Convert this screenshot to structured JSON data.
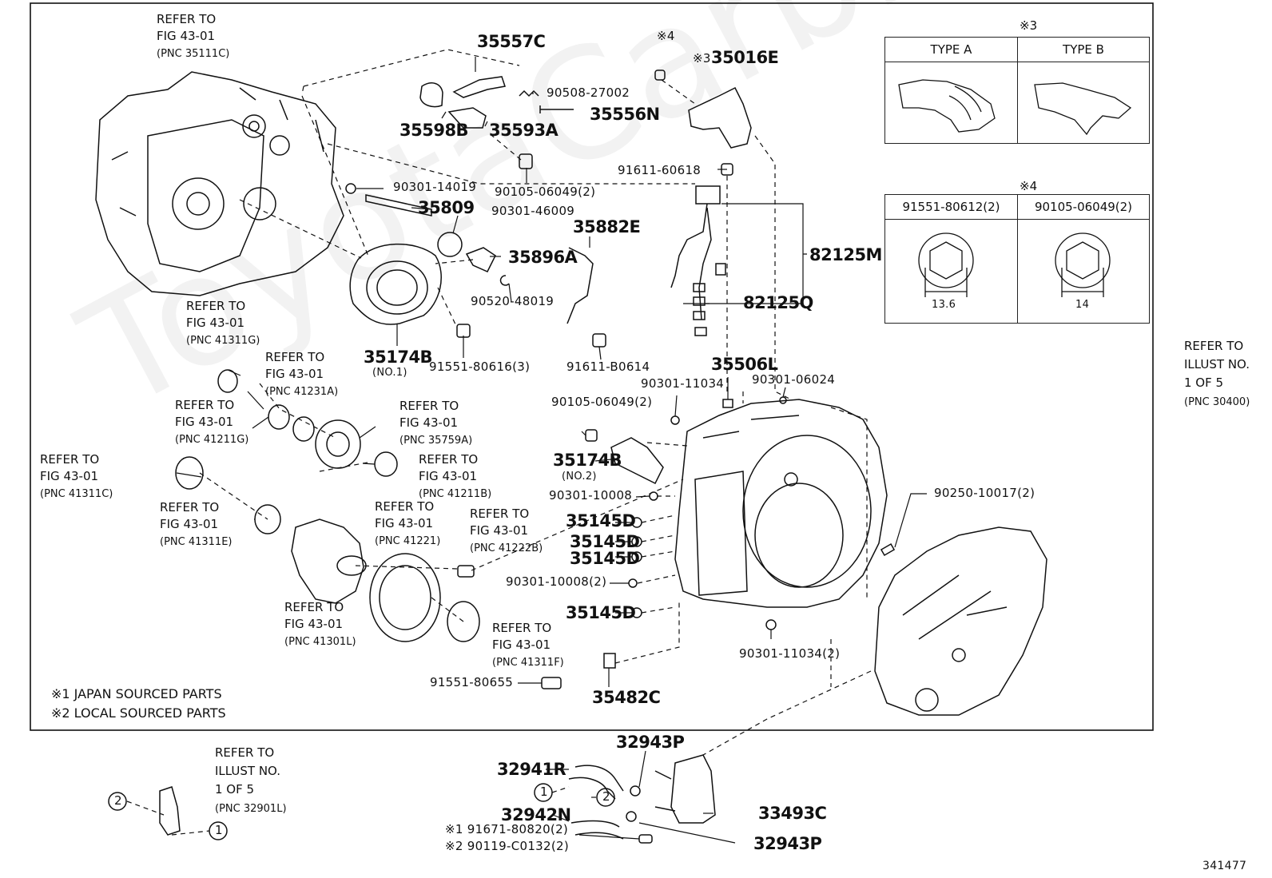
{
  "figure_number": "341477",
  "watermark": "ToyotaCarbine.ru",
  "notes": {
    "note1": "※1 JAPAN SOURCED PARTS",
    "note2": "※2 LOCAL SOURCED PARTS"
  },
  "tables": {
    "type_table": {
      "caption": "※3",
      "col_a": "TYPE A",
      "col_b": "TYPE B"
    },
    "bolt_table": {
      "caption": "※4",
      "col_a": "91551-80612(2)",
      "col_b": "90105-06049(2)",
      "dim_a": "13.6",
      "dim_b": "14"
    }
  },
  "parts": {
    "p35557C": "35557C",
    "p90508_27002": "90508-27002",
    "p35556N": "35556N",
    "p35598B": "35598B",
    "p35593A": "35593A",
    "p90105_06049_2a": "90105-06049(2)",
    "p90301_14019": "90301-14019",
    "p35809": "35809",
    "p90301_46009": "90301-46009",
    "p35882E": "35882E",
    "p35896A": "35896A",
    "p90520_48019": "90520-48019",
    "p35174B_1": "35174B",
    "p35174B_1_sub": "(NO.1)",
    "p91551_80616": "91551-80616(3)",
    "p91611_B0614": "91611-B0614",
    "mark4": "※4",
    "mark3": "※3",
    "p35016E": "35016E",
    "p91611_60618": "91611-60618",
    "p82125M": "82125M",
    "p82125Q": "82125Q",
    "p35506L": "35506L",
    "p90301_11034": "90301-11034",
    "p90301_06024": "90301-06024",
    "p90105_06049_2b": "90105-06049(2)",
    "p35174B_2": "35174B",
    "p35174B_2_sub": "(NO.2)",
    "p90301_10008": "90301-10008",
    "p35145D_a": "35145D",
    "p35145D_b": "35145D",
    "p35145D_c": "35145D",
    "p90301_10008_2": "90301-10008(2)",
    "p35145D_d": "35145D",
    "p90301_11034_2": "90301-11034(2)",
    "p90250_10017": "90250-10017(2)",
    "p91551_80655": "91551-80655",
    "p35482C": "35482C",
    "p32943P_a": "32943P",
    "p32941R": "32941R",
    "p32942N": "32942N",
    "p33493C": "33493C",
    "p32943P_b": "32943P",
    "p91671_80820": "※1 91671-80820(2)",
    "p90119_C0132": "※2 90119-C0132(2)"
  },
  "refs": {
    "r1": {
      "l1": "REFER TO",
      "l2": "FIG 43-01",
      "l3": "(PNC 35111C)"
    },
    "r2": {
      "l1": "REFER TO",
      "l2": "FIG 43-01",
      "l3": "(PNC 41311G)"
    },
    "r3": {
      "l1": "REFER TO",
      "l2": "FIG 43-01",
      "l3": "(PNC 41231A)"
    },
    "r4": {
      "l1": "REFER TO",
      "l2": "FIG 43-01",
      "l3": "(PNC 41211G)"
    },
    "r5": {
      "l1": "REFER TO",
      "l2": "FIG 43-01",
      "l3": "(PNC 35759A)"
    },
    "r6": {
      "l1": "REFER TO",
      "l2": "FIG 43-01",
      "l3": "(PNC 41311C)"
    },
    "r7": {
      "l1": "REFER TO",
      "l2": "FIG 43-01",
      "l3": "(PNC 41211B)"
    },
    "r8": {
      "l1": "REFER TO",
      "l2": "FIG 43-01",
      "l3": "(PNC 41311E)"
    },
    "r9": {
      "l1": "REFER TO",
      "l2": "FIG 43-01",
      "l3": "(PNC 41221)"
    },
    "r10": {
      "l1": "REFER TO",
      "l2": "FIG 43-01",
      "l3": "(PNC 41222B)"
    },
    "r11": {
      "l1": "REFER TO",
      "l2": "FIG 43-01",
      "l3": "(PNC 41301L)"
    },
    "r12": {
      "l1": "REFER TO",
      "l2": "FIG 43-01",
      "l3": "(PNC 41311F)"
    },
    "r13": {
      "l1": "REFER TO",
      "l2": "ILLUST NO.",
      "l3": "1 OF 5",
      "l4": "(PNC 30400)"
    },
    "r14": {
      "l1": "REFER TO",
      "l2": "ILLUST NO.",
      "l3": "1 OF 5",
      "l4": "(PNC 32901L)"
    }
  },
  "circle_markers": {
    "c1": "1",
    "c2": "2",
    "c3": "1",
    "c4": "2"
  }
}
